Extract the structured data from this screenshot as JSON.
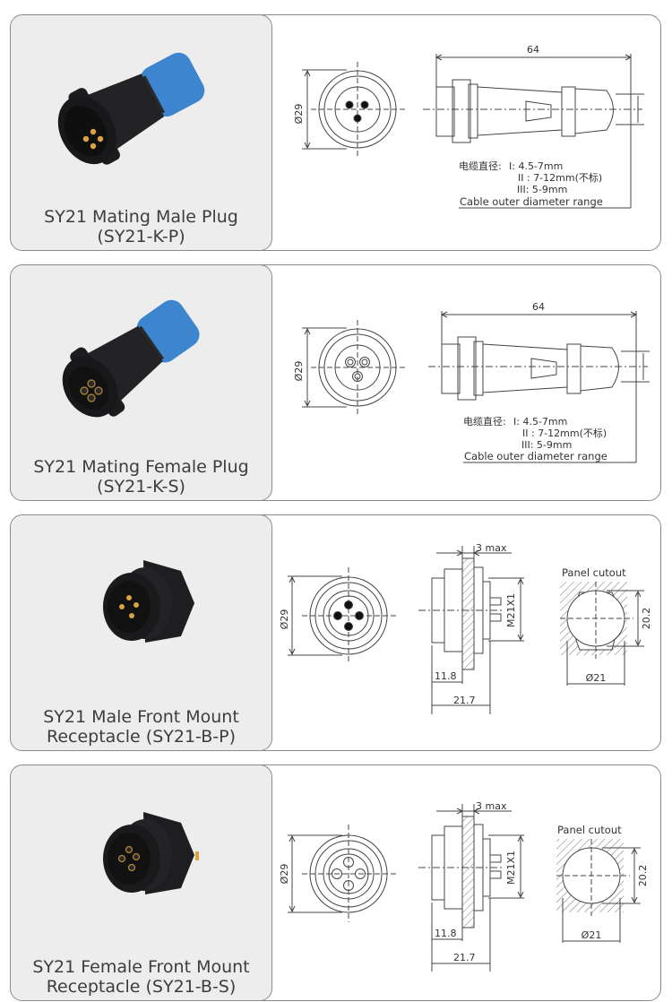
{
  "products": [
    {
      "name": "SY21 Mating Male Plug",
      "code": "(SY21-K-P)",
      "type": "plug",
      "gender": "male",
      "photo_icon": "male-plug-photo",
      "front_view": {
        "diameter_label": "Ø29",
        "contacts": "pins"
      },
      "side_view": {
        "length_label": "64",
        "cable_note": {
          "cn_label": "电缆直径:",
          "range_1": "I: 4.5-7mm",
          "range_2": "II : 7-12mm(不标)",
          "range_3": "III: 5-9mm",
          "en_label": "Cable outer  diameter range"
        }
      }
    },
    {
      "name": "SY21 Mating Female Plug",
      "code": "(SY21-K-S)",
      "type": "plug",
      "gender": "female",
      "photo_icon": "female-plug-photo",
      "front_view": {
        "diameter_label": "Ø29",
        "contacts": "sockets"
      },
      "side_view": {
        "length_label": "64",
        "cable_note": {
          "cn_label": "电缆直径:",
          "range_1": "I: 4.5-7mm",
          "range_2": "II : 7-12mm(不标)",
          "range_3": "III: 5-9mm",
          "en_label": "Cable outer  diameter range"
        }
      }
    },
    {
      "name": "SY21 Male Front Mount",
      "code": "Receptacle (SY21-B-P)",
      "type": "receptacle",
      "gender": "male",
      "photo_icon": "male-receptacle-photo",
      "front_view": {
        "diameter_label": "Ø29",
        "contacts": "pins"
      },
      "side_view": {
        "panel_label": "3 max",
        "thread_label": "M21X1",
        "dim_a": "11.8",
        "dim_b": "21.7"
      },
      "cutout": {
        "title": "Panel cutout",
        "height_label": "20.2",
        "diameter_label": "Ø21"
      }
    },
    {
      "name": "SY21 Female Front Mount",
      "code": "Receptacle (SY21-B-S)",
      "type": "receptacle",
      "gender": "female",
      "photo_icon": "female-receptacle-photo",
      "front_view": {
        "diameter_label": "Ø29",
        "contacts": "sockets"
      },
      "side_view": {
        "panel_label": "3 max",
        "thread_label": "M21X1",
        "dim_a": "11.8",
        "dim_b": "21.7"
      },
      "cutout": {
        "title": "Panel cutout",
        "height_label": "20.2",
        "diameter_label": "Ø21"
      }
    }
  ],
  "colors": {
    "panel_bg": "#eeedee",
    "border": "#8a8a8a",
    "connector_black": "#1c1c1e",
    "cap_blue": "#3d86cf",
    "pin_gold": "#d9a441",
    "line": "#444444"
  }
}
